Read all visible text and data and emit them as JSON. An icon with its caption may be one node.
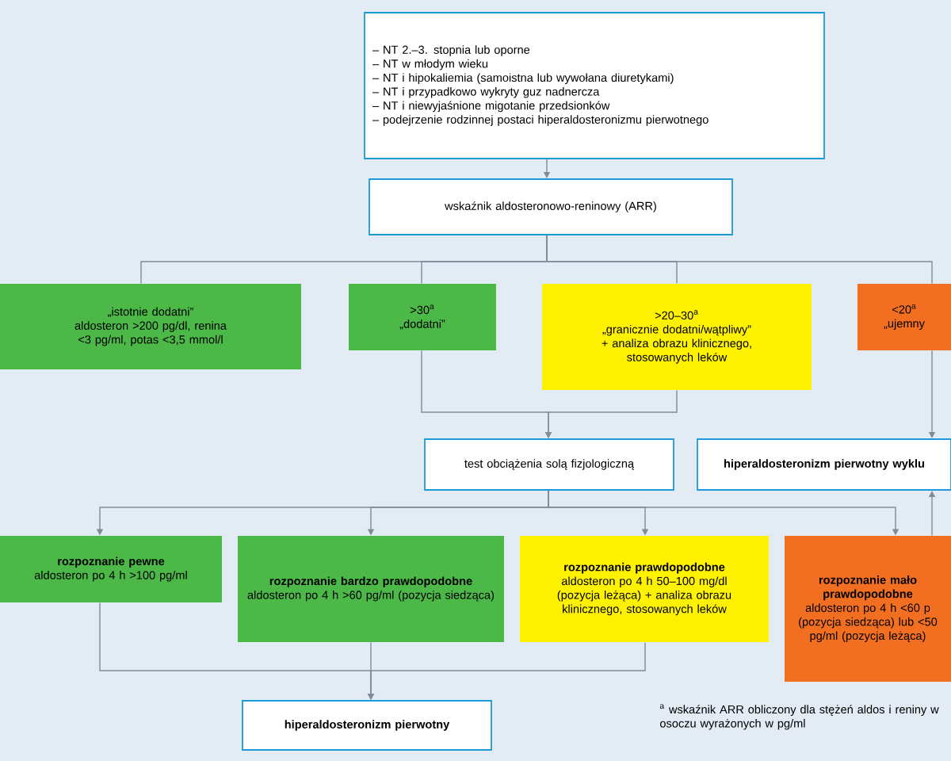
{
  "diagram": {
    "nodes": [
      {
        "text": [
          "– NT 2.–3. stopnia lub oporne",
          "– NT w młodym wieku",
          "– NT i hipokaliemia (samoistna lub wywołana diuretykami)",
          "– NT i przypadkowo wykryty guz nadnercza",
          "– NT i niewyjaśnione migotanie przedsionków",
          "– podejrzenie rodzinnej postaci hiperaldosteronizmu pierwotnego"
        ]
      },
      {
        "text": [
          "wskaźnik aldosteronowo-reninowy (ARR)"
        ]
      },
      {
        "text": [
          "„istotnie dodatni”",
          "aldosteron >200 pg/dl, renina <3 pg/ml, potas <3,5 mmol/l"
        ]
      },
      {
        "text": [
          ">30$^{a}$",
          "„dodatni”"
        ]
      },
      {
        "text": [
          ">20–30$^{a}$",
          "„granicznie dodatni/wątpliwy”",
          "+ analiza obrazu klinicznego, stosowanych leków"
        ]
      },
      {
        "text": [
          "<20$^{a}$",
          "„ujemny"
        ]
      },
      {
        "text": [
          "test obciążenia solą fizjologiczną"
        ]
      },
      {
        "text": [
          "hiperaldosteronizm pierwotny wyklu"
        ]
      },
      {
        "text": [
          "rozpoznanie pewne",
          "aldosteron po 4 h >100 pg/ml"
        ]
      },
      {
        "text": [
          "rozpoznanie bardzo prawdopodobne",
          "aldosteron po 4 h >60 pg/ml (pozycja siedząca)"
        ]
      },
      {
        "text": [
          "rozpoznanie prawdopodobne",
          "aldosteron po 4 h 50–100 mg/dl (pozycja leżąca) + analiza obrazu klinicznego, stosowanych leków"
        ]
      },
      {
        "text": [
          "rozpoznanie mało prawdopodobne",
          "aldosteron po 4 h <60 p (pozycja siedząca) lub <50 pg/ml (pozycja leżąca)"
        ]
      },
      {
        "text": [
          "hiperaldosteronizm  pierwotny"
        ]
      }
    ],
    "edges": [
      {
        "from": 0,
        "to": 1,
        "arrow": "to"
      },
      {
        "from": 1,
        "to": 2,
        "arrow": "none"
      },
      {
        "from": 1,
        "to": 3,
        "arrow": "none"
      },
      {
        "from": 1,
        "to": 4,
        "arrow": "none"
      },
      {
        "from": 1,
        "to": 5,
        "arrow": "none"
      },
      {
        "from": 3,
        "to": 6,
        "arrow": "to"
      },
      {
        "from": 4,
        "to": 6,
        "arrow": "to"
      },
      {
        "from": 5,
        "to": 7,
        "arrow": "to"
      },
      {
        "from": 6,
        "to": 8,
        "arrow": "to"
      },
      {
        "from": 6,
        "to": 9,
        "arrow": "to"
      },
      {
        "from": 6,
        "to": 10,
        "arrow": "to"
      },
      {
        "from": 6,
        "to": 11,
        "arrow": "to"
      },
      {
        "from": 11,
        "to": 7,
        "arrow": "to"
      },
      {
        "from": 8,
        "to": 12,
        "arrow": "to"
      },
      {
        "from": 9,
        "to": 12,
        "arrow": "to"
      },
      {
        "from": 10,
        "to": 12,
        "arrow": "to"
      }
    ],
    "labels": [
      "$^{a}$ wskaźnik ARR obliczony dla stężeń aldos i reniny w osoczu wyrażonych w pg/ml"
    ]
  }
}
